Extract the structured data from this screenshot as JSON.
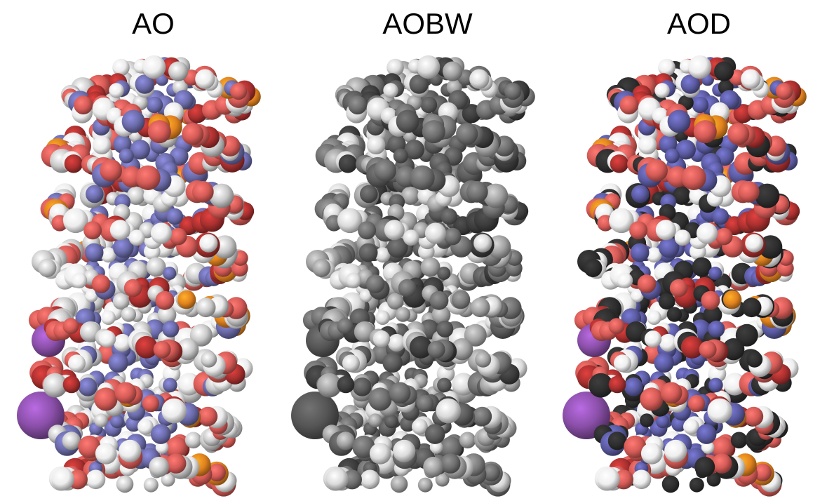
{
  "panels": [
    {
      "id": "ao",
      "title": "AO",
      "style": "color",
      "palette": {
        "oxygen": "#d45a56",
        "oxygen_dark": "#a8302f",
        "carbon": "#c8c8c8",
        "hydrogen": "#ececec",
        "nitrogen": "#6a6aa8",
        "phosphorus": "#e0821e",
        "ion": "#8a4fa8",
        "dark": "#3a3a3a"
      }
    },
    {
      "id": "aobw",
      "title": "AOBW",
      "style": "grayscale",
      "palette": {
        "oxygen": "#6e6e6e",
        "oxygen_dark": "#3c3c3c",
        "carbon": "#a0a0a0",
        "hydrogen": "#dadada",
        "nitrogen": "#5a5a5a",
        "phosphorus": "#7c7c7c",
        "ion": "#555555",
        "dark": "#2c2c2c"
      }
    },
    {
      "id": "aod",
      "title": "AOD",
      "style": "dark-carbon",
      "palette": {
        "oxygen": "#d45a56",
        "oxygen_dark": "#a8302f",
        "carbon": "#2e2e2e",
        "hydrogen": "#eeeeee",
        "nitrogen": "#5a5aa0",
        "phosphorus": "#e0821e",
        "ion": "#8a4fa8",
        "dark": "#1e1e1e"
      }
    }
  ]
}
